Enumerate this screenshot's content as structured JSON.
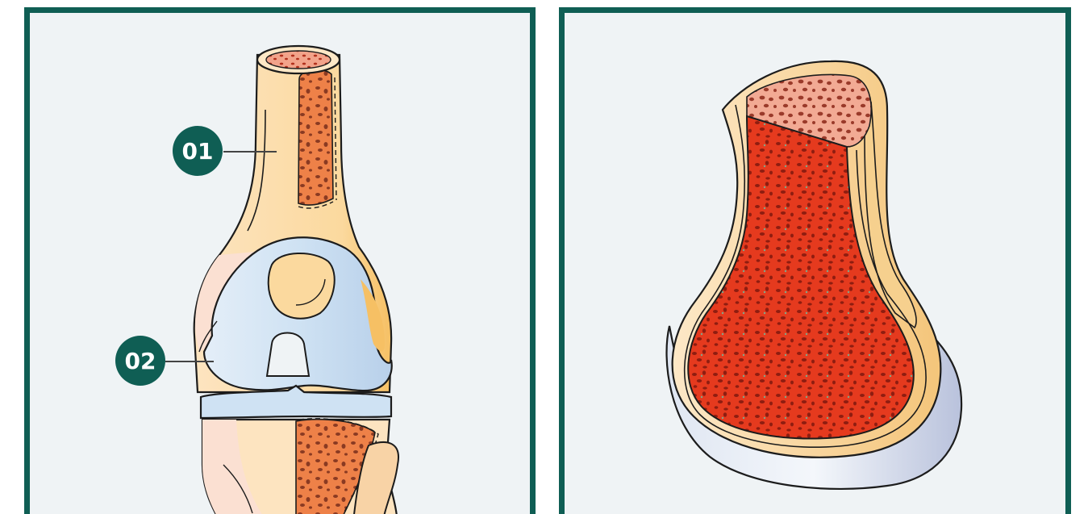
{
  "colors": {
    "frame": "#0f5e54",
    "background": "#eff3f5",
    "compact_bone": "#fbd99e",
    "compact_bone_shade": "#f6c064",
    "cartilage": "#cfe2f3",
    "marrow_red": "#e53a1e",
    "marrow_orange": "#ee8148",
    "spongy_pink": "#f2aa94",
    "outline": "#1c1c1c"
  },
  "callouts": [
    {
      "number": "01",
      "target": "compact-bone"
    },
    {
      "number": "02",
      "target": "articular-cartilage"
    }
  ]
}
